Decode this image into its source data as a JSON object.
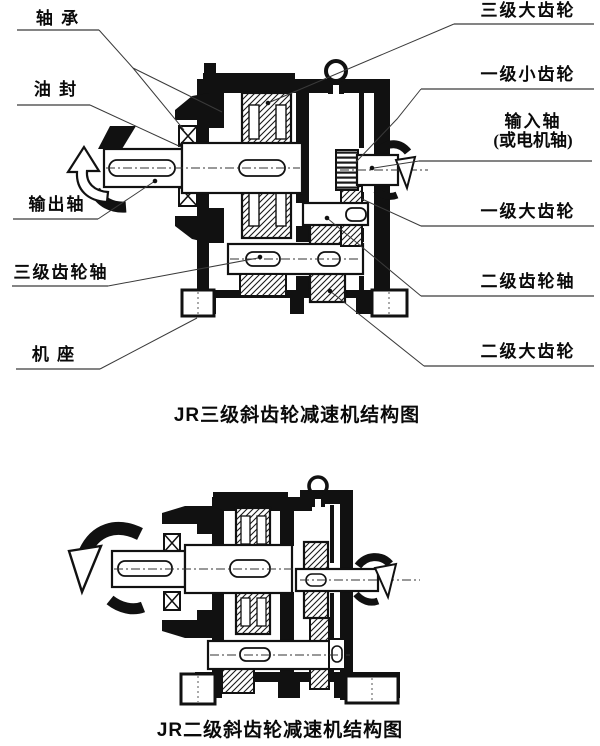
{
  "fig1": {
    "caption": "JR三级斜齿轮减速机结构图",
    "labels": {
      "bearing": "轴 承",
      "oil_seal": "油 封",
      "output_shaft": "输出轴",
      "stage3_gear_shaft": "三级齿轮轴",
      "machine_base": "机 座",
      "stage3_large_gear": "三级大齿轮",
      "stage1_pinion": "一级小齿轮",
      "input_shaft_line1": "输入轴",
      "input_shaft_line2": "(或电机轴)",
      "stage1_large_gear": "一级大齿轮",
      "stage2_gear_shaft": "二级齿轮轴",
      "stage2_large_gear": "二级大齿轮"
    }
  },
  "fig2": {
    "caption": "JR二级斜齿轮减速机结构图"
  }
}
